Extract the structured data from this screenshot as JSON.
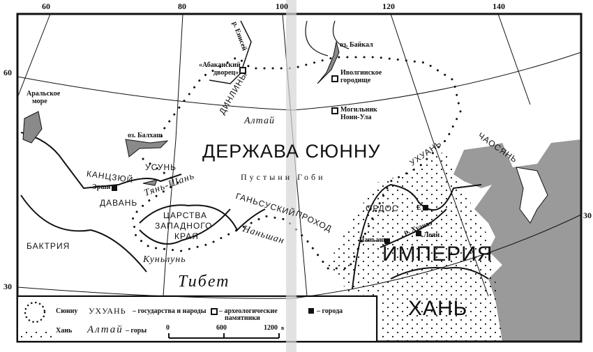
{
  "graticule": {
    "top": [
      "60",
      "80",
      "100",
      "120",
      "140"
    ],
    "left": [
      "60",
      "30"
    ],
    "right": [
      "30"
    ]
  },
  "colors": {
    "sea": "#9a9a9a",
    "lake": "#8a8a8a",
    "ink": "#111111",
    "gutter": "#d6d6d6"
  },
  "labels": {
    "aral": "Аральское",
    "aral2": "море",
    "abakan": "«Абаканский",
    "abakan2": "дворец»",
    "yenisei": "р. Енисей",
    "baikal": "оз. Байкал",
    "ivolga": "Иволгинское",
    "ivolga2": "городище",
    "noin": "Могильник",
    "noin2": "Ноин-Ула",
    "dinliny": "ДИНЛИНЫ",
    "altai": "Алтай",
    "balkhash": "оз. Балхаш",
    "xiongnu_state": "ДЕРЖАВА СЮННУ",
    "wuhuan": "УХУАНЬ",
    "chaoxian": "ЧАОСЯНЬ",
    "wusun": "УСУНЬ",
    "kangju": "КАНЦЗЮЙ",
    "tianshan": "Тянь-Шань",
    "gobi": "Пустыни Гоби",
    "ershi": "Эрши",
    "dayuan": "ДАВАНЬ",
    "western1": "ЦАРСТВА",
    "western2": "ЗАПАДНОГО",
    "western3": "КРАЯ",
    "gansu": "ГАНЬСУСКИЙ",
    "gansu2": "ПРОХОД",
    "ordos": "ОРДОС",
    "e": "Е",
    "huanghe": "р. Хуанхэ",
    "luoyang": "Лоян",
    "changan": "Чаньань",
    "nanshan": "Наньшан",
    "bactria": "БАКТРИЯ",
    "empire": "ИМПЕРИЯ",
    "kunlun": "Куньлунь",
    "tibet": "Тибет",
    "han": "ХАНЬ"
  },
  "legend": {
    "xiongnu": "Сюнну",
    "han": "Хань",
    "states_example": "УХУАНЬ",
    "states_text": "– государства и народы",
    "mountains_example": "Алтай",
    "mountains_text": "– горы",
    "archaeo_text": "– археологические",
    "archaeo_text2": "памятники",
    "cities_text": "– города",
    "scale": [
      "0",
      "600",
      "1200"
    ],
    "scale_unit": "в"
  }
}
